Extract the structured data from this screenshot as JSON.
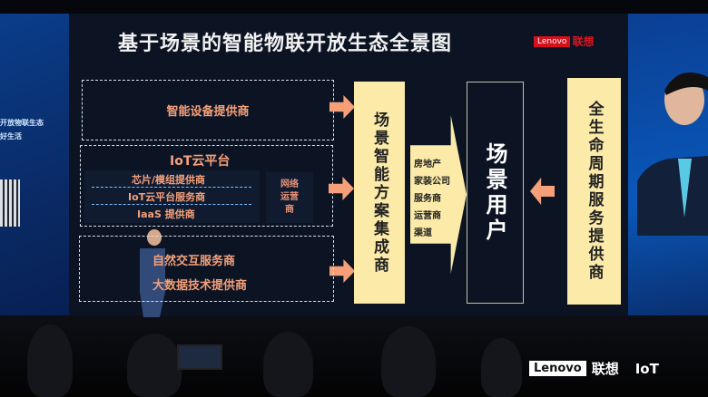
{
  "slide": {
    "title": "基于场景的智能物联开放生态全景图",
    "logo": {
      "brand_en": "Lenovo",
      "brand_cn": "联想"
    },
    "left_groups": {
      "device": "智能设备提供商",
      "iot_cloud": {
        "title": "IoT云平台",
        "items": [
          "芯片/模组提供商",
          "IoT云平台服务商",
          "IaaS 提供商"
        ],
        "network": "网络运营商"
      },
      "services": [
        "自然交互服务商",
        "大数据技术提供商"
      ]
    },
    "integrator": "场景智能方案集成商",
    "channels": [
      "房地产",
      "家装公司",
      "服务商",
      "运营商",
      "渠道"
    ],
    "users": "场景用户",
    "lifecycle": "全生命周期服务提供商",
    "colors": {
      "accent_orange": "#f6a07a",
      "yellow": "#fbeaa8",
      "lenovo_red": "#d6101c"
    }
  },
  "left_screen": {
    "lines": [
      "开放物联生态",
      "好生活"
    ]
  },
  "venue_logo": {
    "brand_en": "Lenovo",
    "brand_cn": "联想",
    "product": "IoT"
  }
}
